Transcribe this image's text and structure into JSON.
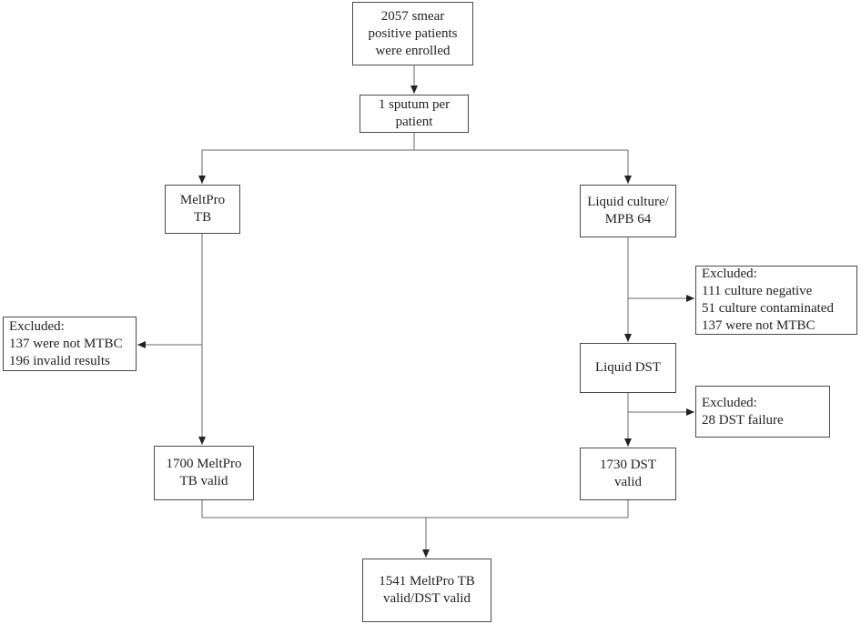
{
  "nodes": {
    "enrolled": {
      "lines": [
        "2057 smear",
        "positive patients",
        "were enrolled"
      ]
    },
    "sputum": {
      "lines": [
        "1 sputum  per",
        "patient"
      ]
    },
    "meltpro": {
      "lines": [
        "MeltPro",
        "TB"
      ]
    },
    "liquid_culture": {
      "lines": [
        "Liquid culture/",
        "MPB 64"
      ]
    },
    "excluded_left": {
      "lines": [
        "Excluded:",
        "137 were not MTBC",
        "196 invalid results"
      ]
    },
    "excluded_culture": {
      "lines": [
        "Excluded:",
        "111 culture negative",
        "51 culture contaminated",
        "137 were not MTBC"
      ]
    },
    "liquid_dst": {
      "lines": [
        "Liquid DST"
      ]
    },
    "excluded_dst": {
      "lines": [
        "Excluded:",
        "28 DST failure"
      ]
    },
    "meltpro_valid": {
      "lines": [
        "1700 MeltPro",
        "TB valid"
      ]
    },
    "dst_valid": {
      "lines": [
        "1730 DST",
        "valid"
      ]
    },
    "final": {
      "lines": [
        "1541 MeltPro TB",
        "valid/DST valid"
      ]
    }
  }
}
